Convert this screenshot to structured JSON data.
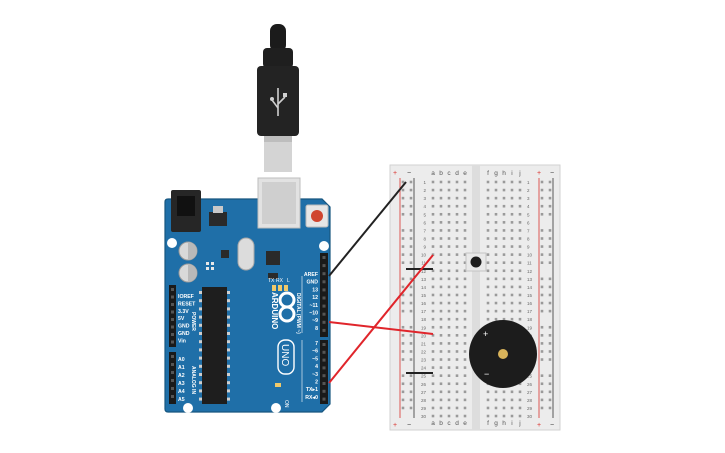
{
  "arduino": {
    "brand": "ARDUINO",
    "model": "UNO",
    "power_header": "POWER",
    "digital_header": "DIGITAL (PWM ~)",
    "analog_header": "ANALOG IN",
    "on_label": "ON",
    "l_label": "L",
    "tx_label": "TX",
    "rx_label": "RX",
    "power_pins": [
      "IOREF",
      "RESET",
      "3.3V",
      "5V",
      "GND",
      "GND",
      "Vin"
    ],
    "analog_pins": [
      "A0",
      "A1",
      "A2",
      "A3",
      "A4",
      "A5"
    ],
    "digital_pins": [
      "AREF",
      "GND",
      "13",
      "12",
      "~11",
      "~10",
      "~9",
      "8",
      "7",
      "~6",
      "~5",
      "4",
      "~3",
      "2",
      "TX▸1",
      "RX◂0"
    ]
  },
  "breadboard": {
    "column_letters_left": [
      "a",
      "b",
      "c",
      "d",
      "e"
    ],
    "column_letters_right": [
      "f",
      "g",
      "h",
      "i",
      "j"
    ],
    "rail_plus": "+",
    "rail_minus": "−",
    "rows": 30
  },
  "buzzer": {
    "plus": "+",
    "minus": "−"
  },
  "wires": [
    {
      "name": "gnd-wire",
      "color": "#222222"
    },
    {
      "name": "pin9-wire",
      "color": "#e0252b"
    },
    {
      "name": "pin2-wire",
      "color": "#e0252b"
    }
  ],
  "colors": {
    "board": "#1f6fa8",
    "board_edge": "#17567f",
    "breadboard": "#ececec",
    "rail_red": "#d9322d",
    "rail_black": "#333333"
  }
}
